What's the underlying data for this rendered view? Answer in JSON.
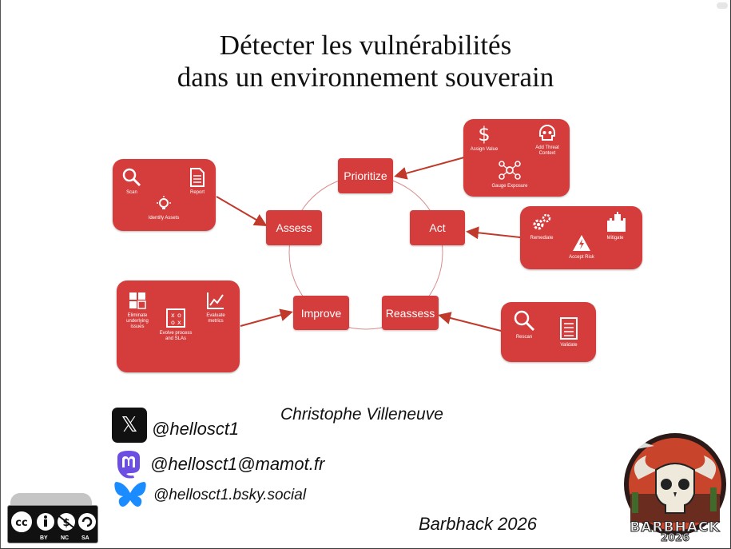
{
  "title": {
    "line1": "Détecter les vulnérabilités",
    "line2": "dans un environnement souverain"
  },
  "cycle": {
    "prioritize": "Prioritize",
    "assess": "Assess",
    "act": "Act",
    "improve": "Improve",
    "reassess": "Reassess"
  },
  "panels": {
    "assess": {
      "scan": "Scan",
      "report": "Report",
      "identify": "Identify Assets"
    },
    "prioritize": {
      "assign": "Assign Value",
      "threat": "Add Threat Context",
      "gauge": "Gauge Exposure"
    },
    "act": {
      "remediate": "Remediate",
      "mitigate": "Mitigate",
      "accept": "Accept Risk"
    },
    "improve": {
      "eliminate": "Eliminate underlying issues",
      "evolve": "Evolve process and SLAs",
      "evaluate": "Evaluate metrics"
    },
    "reassess": {
      "rescan": "Rescan",
      "validate": "Validate"
    }
  },
  "author": "Christophe Villeneuve",
  "social": {
    "x_icon_glyph": "𝕏",
    "x": "@hellosct1",
    "mastodon": "@hellosct1@mamot.fr",
    "bluesky": "@hellosct1.bsky.social"
  },
  "event": "Barbhack 2026",
  "license": {
    "by": "BY",
    "nc": "NC",
    "sa": "SA"
  },
  "logo": {
    "line1": "BARBHACK",
    "line2": "2026"
  },
  "colors": {
    "accent": "#d53d3d",
    "mastodon": "#6d4ee3",
    "bluesky": "#1a8cff"
  }
}
